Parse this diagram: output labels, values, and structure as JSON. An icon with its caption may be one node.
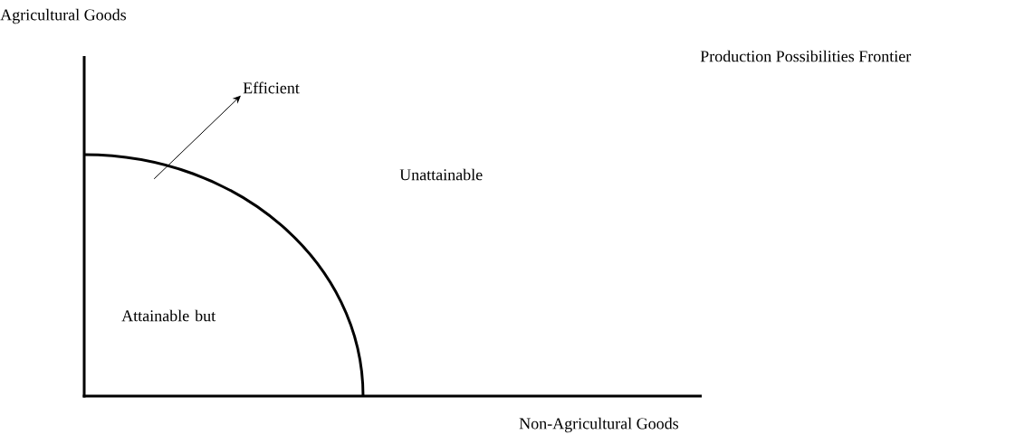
{
  "diagram": {
    "title": "Production Possibilities Frontier",
    "nodes": [
      {
        "text": [
          "Efficient"
        ]
      },
      {
        "text": [],
        "shape": "curve"
      }
    ],
    "edges": [
      {
        "from": 1,
        "to": 0,
        "arrow": "to"
      }
    ],
    "labels": [
      "Agricultural Goods",
      "Unattainable",
      "Attainable but",
      "Non-Agricultural Goods"
    ]
  }
}
